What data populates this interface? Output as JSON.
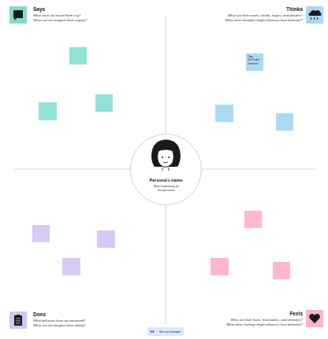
{
  "diagram": {
    "nodes": [
      {
        "text": [
          "Persona's name",
          "Short summary of the persona"
        ]
      },
      {
        "text": [
          "Tag YouTube channel"
        ]
      },
      {
        "text": [
          "See an example"
        ]
      }
    ],
    "labels": [
      "Says",
      "What have we heard them say?",
      "What can we imagine them saying?",
      "Thinks",
      "What are their wants, needs, hopes, and dreams?",
      "What other thoughts might influence their behavior?",
      "Does",
      "What behavior have we observed?",
      "What can we imagine them doing?",
      "Feels",
      "What are their fears, frustrations, and anxieties?",
      "What other feelings might influence their behavior?"
    ]
  }
}
